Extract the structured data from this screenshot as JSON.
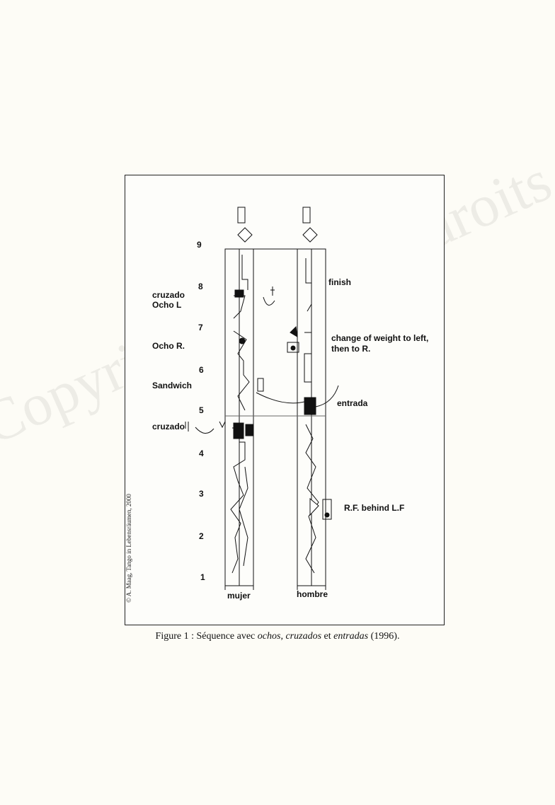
{
  "watermark": "Copyright © - Tous droits réservés",
  "side_credit": "© A. Maag, Tango in Lebensräumen, 2000",
  "caption": {
    "prefix": "Figure 1 : Séquence avec ",
    "term1": "ochos",
    "sep1": ", ",
    "term2": "cruzados",
    "sep2": " et ",
    "term3": "entradas",
    "suffix": " (1996)."
  },
  "diagram": {
    "measure_numbers": [
      "9",
      "8",
      "7",
      "6",
      "5",
      "4",
      "3",
      "2",
      "1"
    ],
    "left_labels": {
      "cruzado_top": "cruzado",
      "ocho_l": "Ocho L",
      "ocho_r": "Ocho R.",
      "sandwich": "Sandwich",
      "cruzado_bottom": "cruzado"
    },
    "right_labels": {
      "finish": "finish",
      "change_weight_line1": "change of weight to left,",
      "change_weight_line2": "then to R.",
      "entrada": "entrada",
      "rf_behind": "R.F. behind L.F"
    },
    "staff_labels": {
      "mujer": "mujer",
      "hombre": "hombre"
    }
  }
}
